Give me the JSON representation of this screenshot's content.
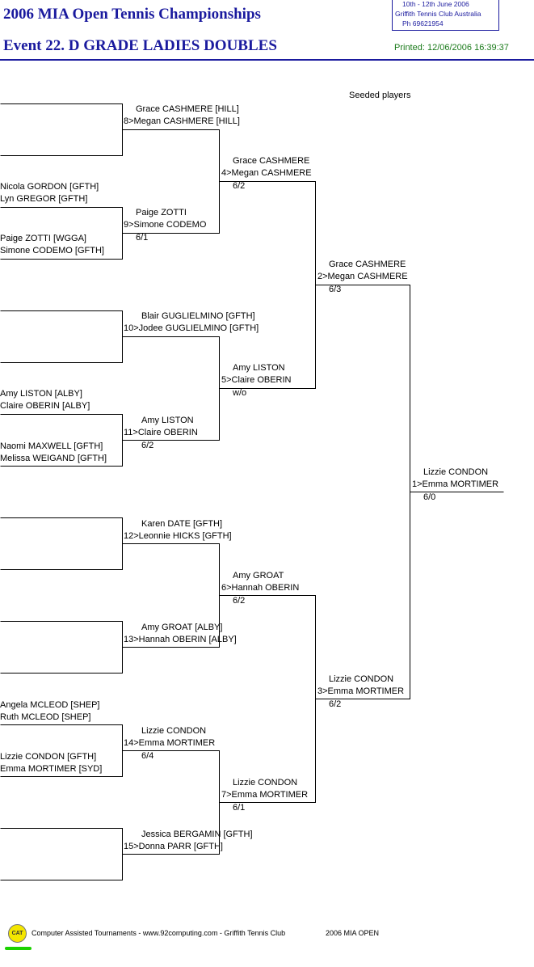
{
  "header": {
    "title": "2006 MIA Open Tennis Championships",
    "event": "Event 22. D GRADE LADIES DOUBLES",
    "info_dates": "10th - 12th June 2006",
    "info_club": "Griffith Tennis Club   Australia",
    "info_phone": "Ph 69621954",
    "printed": "Printed: 12/06/2006 16:39:37"
  },
  "legend": {
    "seeded": "Seeded players"
  },
  "round1": [
    {
      "p1": "",
      "p2": ""
    },
    {
      "p1": "Nicola GORDON [GFTH]",
      "p2": "Lyn GREGOR [GFTH]"
    },
    {
      "p1": "Paige ZOTTI [WGGA]",
      "p2": "Simone CODEMO [GFTH]"
    },
    {
      "p1": "",
      "p2": ""
    },
    {
      "p1": "Amy LISTON [ALBY]",
      "p2": "Claire OBERIN [ALBY]"
    },
    {
      "p1": "Naomi MAXWELL [GFTH]",
      "p2": "Melissa WEIGAND [GFTH]"
    },
    {
      "p1": "",
      "p2": ""
    },
    {
      "p1": "",
      "p2": ""
    },
    {
      "p1": "Angela MCLEOD [SHEP]",
      "p2": "Ruth MCLEOD [SHEP]"
    },
    {
      "p1": "Lizzie CONDON [GFTH]",
      "p2": "Emma MORTIMER [SYD]"
    }
  ],
  "round2": [
    {
      "p1": "Grace CASHMERE [HILL]",
      "p2": "8>Megan CASHMERE [HILL]",
      "score": ""
    },
    {
      "p1": "Paige ZOTTI",
      "p2": "9>Simone CODEMO",
      "score": "6/1"
    },
    {
      "p1": "Blair GUGLIELMINO [GFTH]",
      "p2": "10>Jodee GUGLIELMINO [GFTH]",
      "score": ""
    },
    {
      "p1": "Amy LISTON",
      "p2": "11>Claire OBERIN",
      "score": "6/2"
    },
    {
      "p1": "Karen DATE [GFTH]",
      "p2": "12>Leonnie HICKS [GFTH]",
      "score": ""
    },
    {
      "p1": "Amy GROAT [ALBY]",
      "p2": "13>Hannah OBERIN [ALBY]",
      "score": ""
    },
    {
      "p1": "Lizzie CONDON",
      "p2": "14>Emma MORTIMER",
      "score": "6/4"
    },
    {
      "p1": "Jessica BERGAMIN [GFTH]",
      "p2": "15>Donna PARR [GFTH]",
      "score": ""
    }
  ],
  "round3": [
    {
      "p1": "Grace CASHMERE",
      "p2": "4>Megan CASHMERE",
      "score": "6/2"
    },
    {
      "p1": "Amy LISTON",
      "p2": "5>Claire OBERIN",
      "score": "w/o"
    },
    {
      "p1": "Amy GROAT",
      "p2": "6>Hannah OBERIN",
      "score": "6/2"
    },
    {
      "p1": "Lizzie CONDON",
      "p2": "7>Emma MORTIMER",
      "score": "6/1"
    }
  ],
  "round4": [
    {
      "p1": "Grace CASHMERE",
      "p2": "2>Megan CASHMERE",
      "score": "6/3"
    },
    {
      "p1": "Lizzie CONDON",
      "p2": "3>Emma MORTIMER",
      "score": "6/2"
    }
  ],
  "winner": {
    "p1": "Lizzie CONDON",
    "p2": "1>Emma MORTIMER",
    "score": "6/0"
  },
  "footer": {
    "logo_text": "CAT",
    "credit": "Computer Assisted Tournaments - www.92computing.com -  Griffith Tennis Club",
    "event_name": "2006 MIA OPEN"
  },
  "colors": {
    "title": "#1a1a9e",
    "printed": "#1a7a1a",
    "logo": "#f4e600",
    "logo_bar": "#1bd200"
  }
}
